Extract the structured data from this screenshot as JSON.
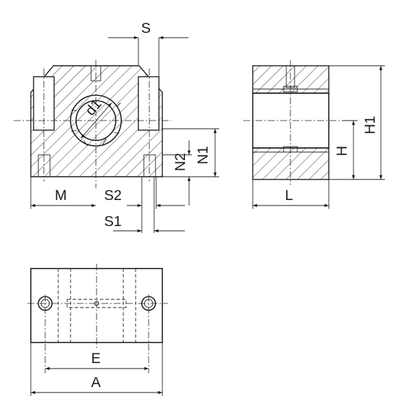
{
  "drawing": {
    "front_view": {
      "labels": {
        "s": "S",
        "m": "M",
        "s2": "S2",
        "s1": "S1",
        "n2": "N2",
        "n1": "N1",
        "d1": "d1"
      }
    },
    "side_view": {
      "labels": {
        "l": "L",
        "h": "H",
        "h1": "H1"
      }
    },
    "top_view": {
      "labels": {
        "e": "E",
        "a": "A"
      }
    },
    "colors": {
      "line": "#1a1a1a",
      "background": "#ffffff"
    }
  }
}
